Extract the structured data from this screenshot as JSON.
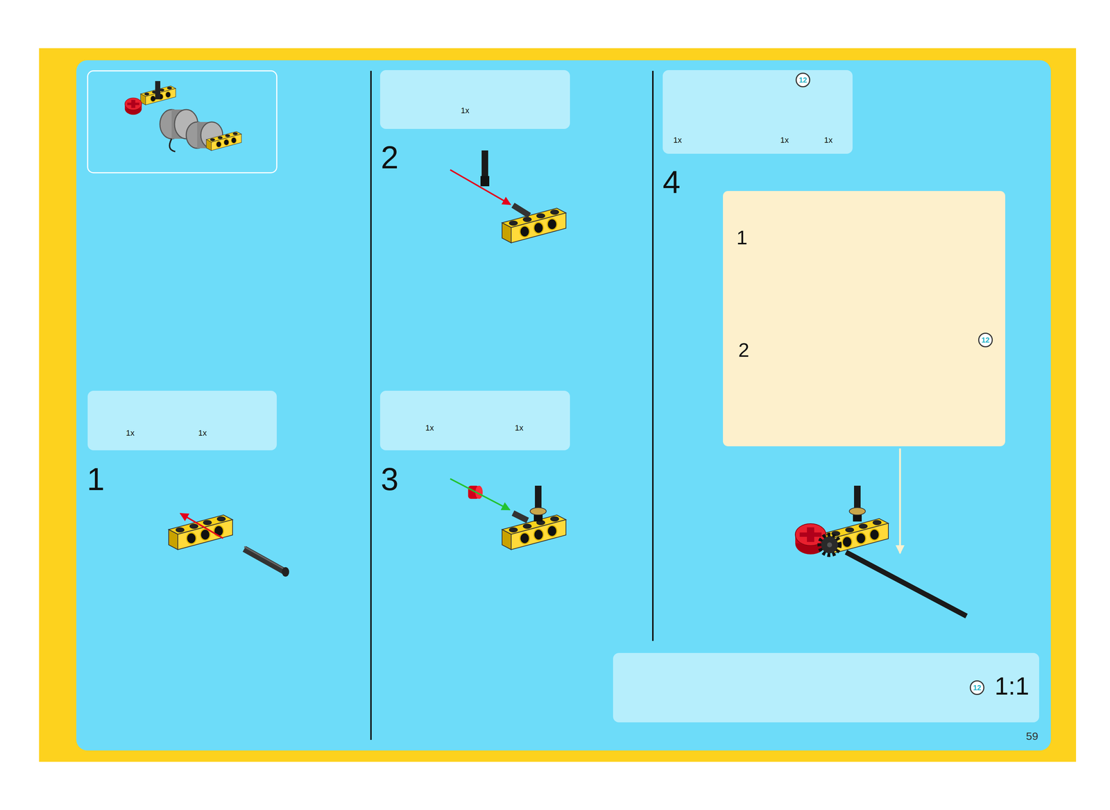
{
  "diagram": {
    "nodes": [
      {
        "text": [
          "1x",
          "1x"
        ]
      },
      {
        "text": [
          "1x"
        ]
      },
      {
        "text": [
          "1x",
          "1x"
        ]
      },
      {
        "text": [
          "1x",
          "1x",
          "1x"
        ]
      },
      {
        "text": [
          "12"
        ],
        "in": 3
      },
      {
        "text": [
          "1",
          "2"
        ]
      },
      {
        "text": [
          "12"
        ],
        "in": 5
      },
      {
        "text": [
          "1:1"
        ]
      },
      {
        "text": [
          "12"
        ],
        "in": 7
      }
    ],
    "labels": [
      "1",
      "2",
      "3",
      "4",
      "59"
    ]
  }
}
